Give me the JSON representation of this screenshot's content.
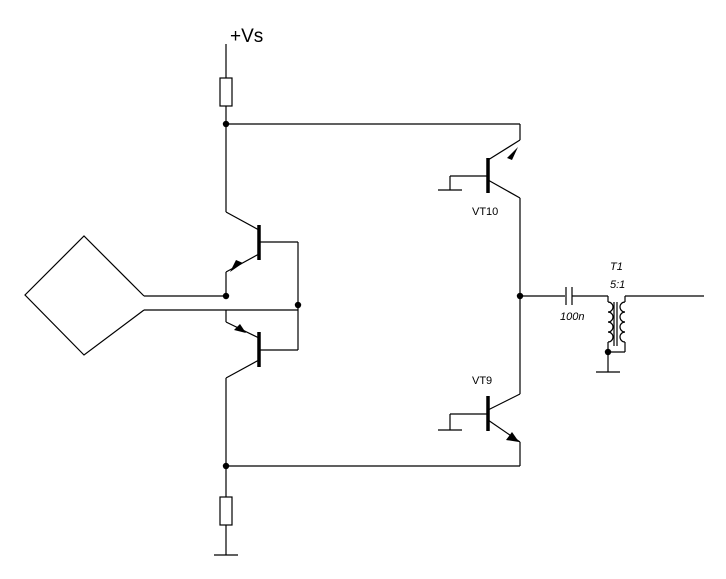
{
  "labels": {
    "supply": "+Vs",
    "vt10": "VT10",
    "vt9": "VT9",
    "capacitor": "100n",
    "transformer_name": "T1",
    "transformer_ratio": "5:1"
  }
}
